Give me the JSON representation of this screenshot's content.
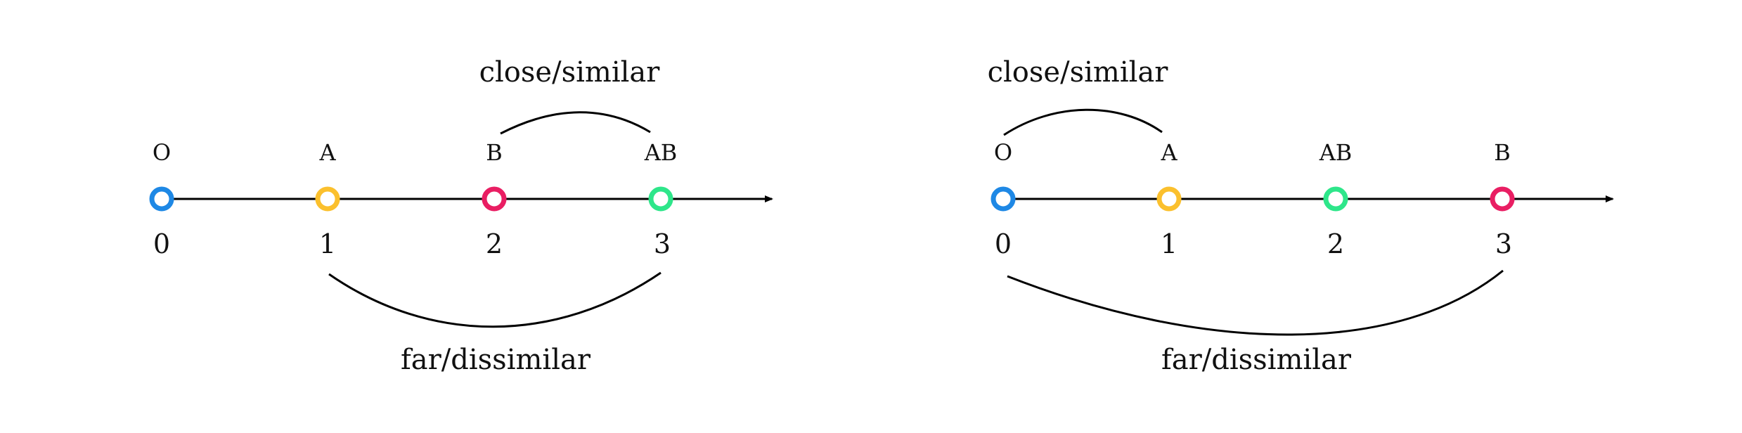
{
  "colors": {
    "O": "#1E88E5",
    "A": "#FBC02D",
    "B": "#E91E63",
    "AB": "#2EE68A"
  },
  "panels": [
    {
      "nodes": [
        {
          "label": "O",
          "value": "0",
          "color_key": "O"
        },
        {
          "label": "A",
          "value": "1",
          "color_key": "A"
        },
        {
          "label": "B",
          "value": "2",
          "color_key": "B"
        },
        {
          "label": "AB",
          "value": "3",
          "color_key": "AB"
        }
      ],
      "top_caption": "close/similar",
      "bottom_caption": "far/dissimilar"
    },
    {
      "nodes": [
        {
          "label": "O",
          "value": "0",
          "color_key": "O"
        },
        {
          "label": "A",
          "value": "1",
          "color_key": "A"
        },
        {
          "label": "AB",
          "value": "2",
          "color_key": "AB"
        },
        {
          "label": "B",
          "value": "3",
          "color_key": "B"
        }
      ],
      "top_caption": "close/similar",
      "bottom_caption": "far/dissimilar"
    }
  ]
}
